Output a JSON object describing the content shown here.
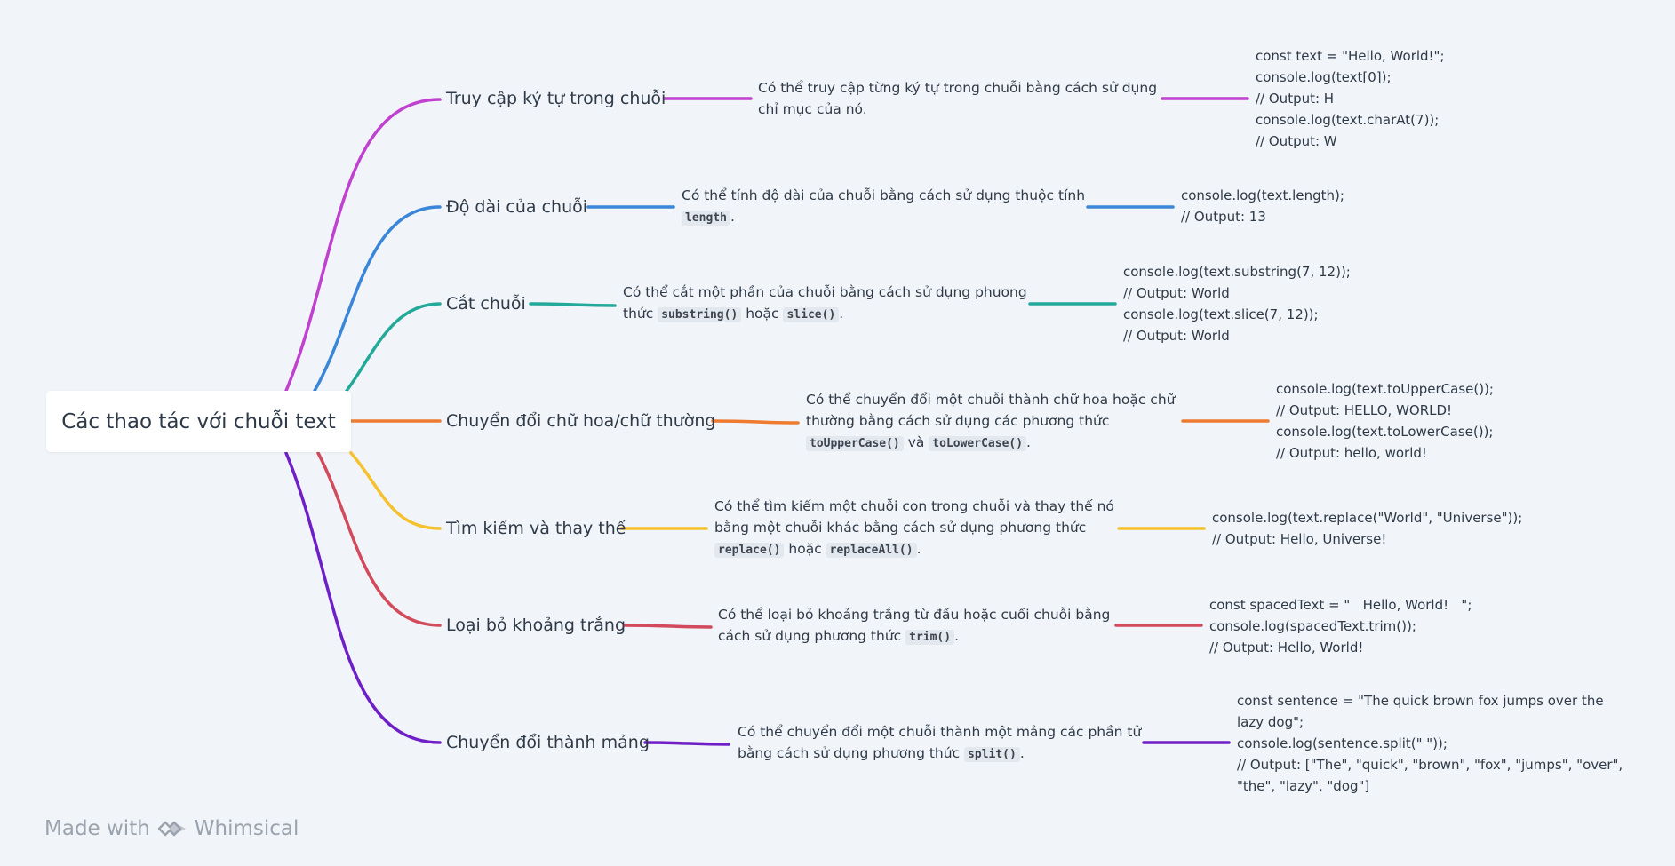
{
  "root": {
    "label": "Các thao tác với chuỗi text"
  },
  "branches": [
    {
      "topic": "Truy cập ký tự trong chuỗi",
      "color": "#c040d0",
      "desc": [
        "Có thể truy cập từng ký tự trong chuỗi bằng cách sử dụng",
        "chỉ mục của nó."
      ],
      "code": [
        "const text = \"Hello, World!\";",
        "console.log(text[0]);",
        "// Output: H",
        "console.log(text.charAt(7));",
        "// Output: W"
      ]
    },
    {
      "topic": "Độ dài của chuỗi",
      "color": "#3a86d8",
      "desc_line1": "Có thể tính độ dài của chuỗi bằng cách sử dụng thuộc tính",
      "desc_code": "length",
      "desc_end": ".",
      "code": [
        "console.log(text.length);",
        "// Output: 13"
      ]
    },
    {
      "topic": "Cắt chuỗi",
      "color": "#22a99a",
      "desc_line1": "Có thể cắt một phần của chuỗi bằng cách sử dụng phương",
      "desc_pre": "thức",
      "desc_code1": "substring()",
      "desc_mid": "hoặc",
      "desc_code2": "slice()",
      "desc_end": ".",
      "code": [
        "console.log(text.substring(7, 12));",
        "// Output: World",
        "console.log(text.slice(7, 12));",
        "// Output: World"
      ]
    },
    {
      "topic": "Chuyển đổi chữ hoa/chữ thường",
      "color": "#ee7b30",
      "desc_line1": "Có thể chuyển đổi một chuỗi thành chữ hoa hoặc chữ",
      "desc_line2": "thường bằng cách sử dụng các phương thức",
      "desc_code1": "toUpperCase()",
      "desc_mid": "và",
      "desc_code2": "toLowerCase()",
      "desc_end": ".",
      "code": [
        "console.log(text.toUpperCase());",
        "// Output: HELLO, WORLD!",
        "console.log(text.toLowerCase());",
        "// Output: hello, world!"
      ]
    },
    {
      "topic": "Tìm kiếm và thay thế",
      "color": "#f5c12c",
      "desc_line1": "Có thể tìm kiếm một chuỗi con trong chuỗi và thay thế nó",
      "desc_line2": "bằng một chuỗi khác bằng cách sử dụng phương thức",
      "desc_code1": "replace()",
      "desc_mid": "hoặc",
      "desc_code2": "replaceAll()",
      "desc_end": ".",
      "code": [
        "console.log(text.replace(\"World\", \"Universe\"));",
        "// Output: Hello, Universe!"
      ]
    },
    {
      "topic": "Loại bỏ khoảng trắng",
      "color": "#d24a5c",
      "desc_line1": "Có thể loại bỏ khoảng trắng từ đầu hoặc cuối chuỗi bằng",
      "desc_pre": "cách sử dụng phương thức",
      "desc_code1": "trim()",
      "desc_end": ".",
      "code": [
        "const spacedText = \"   Hello, World!   \";",
        "console.log(spacedText.trim());",
        "// Output: Hello, World!"
      ]
    },
    {
      "topic": "Chuyển đổi thành mảng",
      "color": "#6f1fc8",
      "desc_line1": "Có thể chuyển đổi một chuỗi thành một mảng các phần tử",
      "desc_pre": "bằng cách sử dụng phương thức",
      "desc_code1": "split()",
      "desc_end": ".",
      "code": [
        "const sentence = \"The quick brown fox jumps over the",
        "lazy dog\";",
        "console.log(sentence.split(\" \"));",
        "// Output: [\"The\", \"quick\", \"brown\", \"fox\", \"jumps\", \"over\",",
        "\"the\", \"lazy\", \"dog\"]"
      ]
    }
  ],
  "footer": {
    "made_with": "Made with",
    "brand": "Whimsical",
    "logo_icon": "whimsical-logo-icon"
  }
}
